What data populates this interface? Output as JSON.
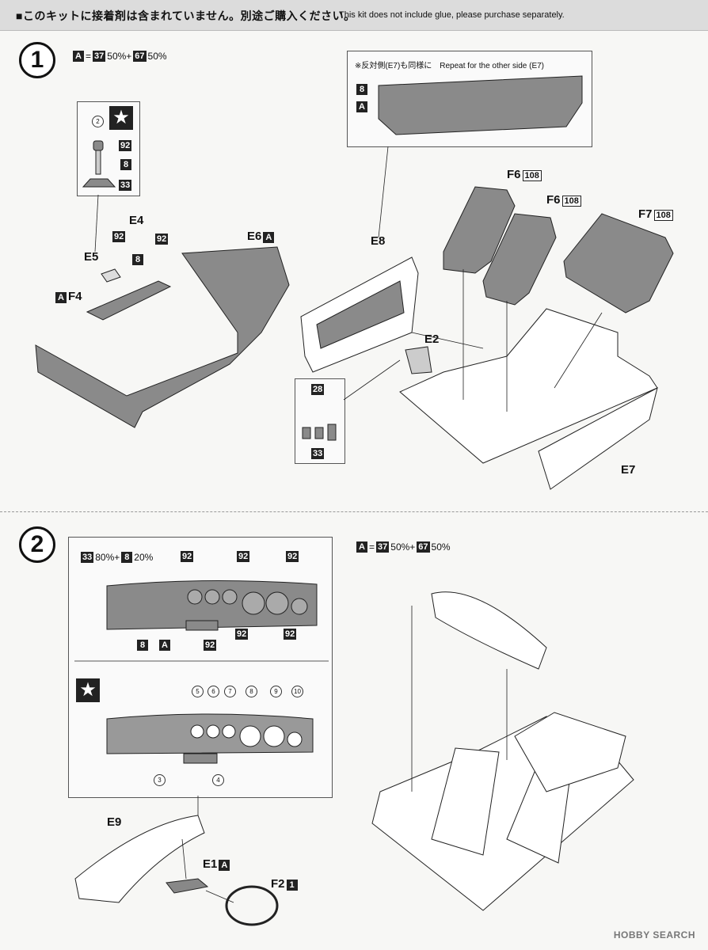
{
  "header": {
    "jp_notice": "■このキットに接着剤は含まれていません。別途ご購入ください。",
    "en_notice": "This kit does not include glue, please purchase separately."
  },
  "step1": {
    "number": "1",
    "mix": {
      "code": "A",
      "eq": "=",
      "c1": "37",
      "p1": "50%+",
      "c2": "67",
      "p2": "50%"
    },
    "inset_note": "※反対側(E7)も同様に　Repeat for the other side (E7)",
    "inset_codes": [
      "8",
      "A"
    ],
    "shifter_callout": {
      "circle": "2",
      "codes": [
        "92",
        "8",
        "33"
      ]
    },
    "pedal_callout": {
      "codes": [
        "28",
        "33"
      ]
    },
    "labels": {
      "e4": "E4",
      "e5": "E5",
      "e6": "E6",
      "e6_code": "A",
      "f4": "F4",
      "f4_code": "A",
      "e8": "E8",
      "e2": "E2",
      "e7": "E7",
      "f6a": "F6",
      "f6a_code": "108",
      "f6b": "F6",
      "f6b_code": "108",
      "f7": "F7",
      "f7_code": "108",
      "e4_codes": [
        "92",
        "92",
        "8"
      ]
    }
  },
  "step2": {
    "number": "2",
    "mix": {
      "code": "A",
      "eq": "=",
      "c1": "37",
      "p1": "50%+",
      "c2": "67",
      "p2": "50%"
    },
    "dash_mix": {
      "c1": "33",
      "p1": "80%+",
      "c2": "8",
      "p2": "20%"
    },
    "dash_codes": [
      "92",
      "92",
      "92",
      "92",
      "92",
      "92",
      "8",
      "A"
    ],
    "decals_top": [
      "5",
      "6",
      "7",
      "8",
      "9",
      "10"
    ],
    "decals_bottom": [
      "3",
      "4"
    ],
    "labels": {
      "e9": "E9",
      "e1": "E1",
      "e1_code": "A",
      "f2": "F2",
      "f2_code": "1"
    }
  },
  "watermark": "HOBBY SEARCH"
}
